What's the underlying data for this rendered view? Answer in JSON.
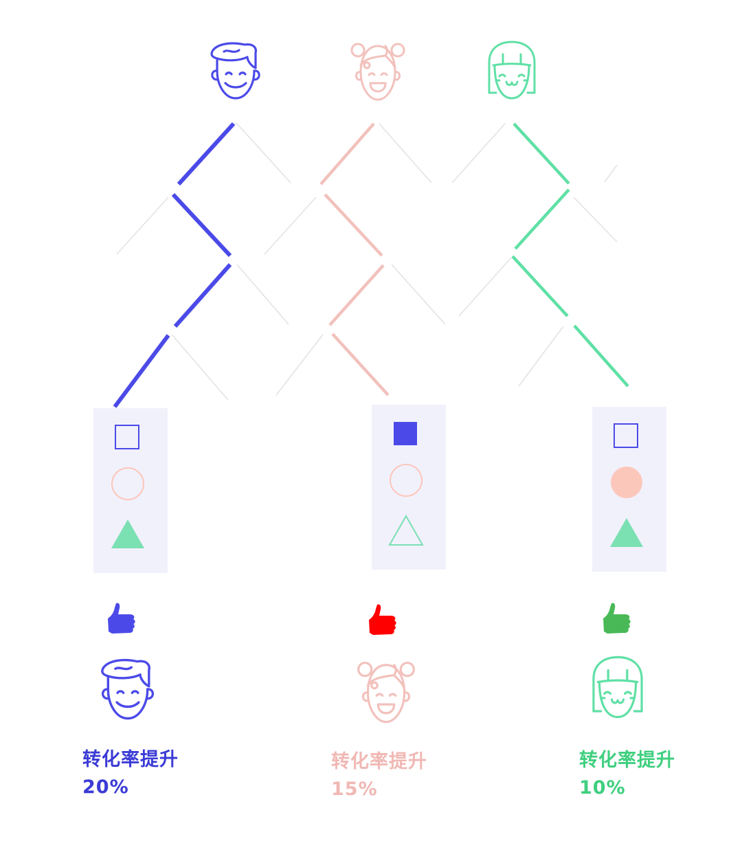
{
  "colors": {
    "blue": "#4b4ae8",
    "pink": "#f2c1bc",
    "green": "#5fe0a5",
    "shape_pink": "#fcc7bb",
    "shape_green": "#7be0b2",
    "panel_bg": "#f1f1fc",
    "lattice_gray": "#e3e3e3",
    "thumb_blue": "#4b4ae8",
    "thumb_red": "#ff0000",
    "thumb_green": "#48b956",
    "label_blue": "#3b3bd6",
    "label_pink": "#f0b8b4",
    "label_green": "#3fcf7f"
  },
  "users": [
    {
      "id": "boy",
      "avatar_icon": "boy-face-icon",
      "color_key": "blue",
      "path": [
        "left",
        "right",
        "left",
        "left"
      ],
      "shapes": [
        {
          "shape": "square",
          "style": "outline",
          "color_key": "blue"
        },
        {
          "shape": "circle",
          "style": "outline",
          "color_key": "shape_pink"
        },
        {
          "shape": "triangle",
          "style": "filled",
          "color_key": "shape_green"
        }
      ],
      "thumb_color_key": "thumb_blue",
      "result_label": "转化率提升",
      "result_value": "20%",
      "label_color_key": "label_blue"
    },
    {
      "id": "girl-buns",
      "avatar_icon": "girl-buns-face-icon",
      "color_key": "pink",
      "path": [
        "left",
        "right",
        "left",
        "right"
      ],
      "shapes": [
        {
          "shape": "square",
          "style": "filled",
          "color_key": "blue"
        },
        {
          "shape": "circle",
          "style": "outline",
          "color_key": "shape_pink"
        },
        {
          "shape": "triangle",
          "style": "outline",
          "color_key": "shape_green"
        }
      ],
      "thumb_color_key": "thumb_red",
      "result_label": "转化率提升",
      "result_value": "15%",
      "label_color_key": "label_pink"
    },
    {
      "id": "girl-bob",
      "avatar_icon": "girl-bob-face-icon",
      "color_key": "green",
      "path": [
        "right",
        "left",
        "right",
        "right"
      ],
      "shapes": [
        {
          "shape": "square",
          "style": "outline",
          "color_key": "blue"
        },
        {
          "shape": "circle",
          "style": "filled",
          "color_key": "shape_pink"
        },
        {
          "shape": "triangle",
          "style": "filled",
          "color_key": "shape_green"
        }
      ],
      "thumb_color_key": "thumb_green",
      "result_label": "转化率提升",
      "result_value": "10%",
      "label_color_key": "label_green"
    }
  ]
}
